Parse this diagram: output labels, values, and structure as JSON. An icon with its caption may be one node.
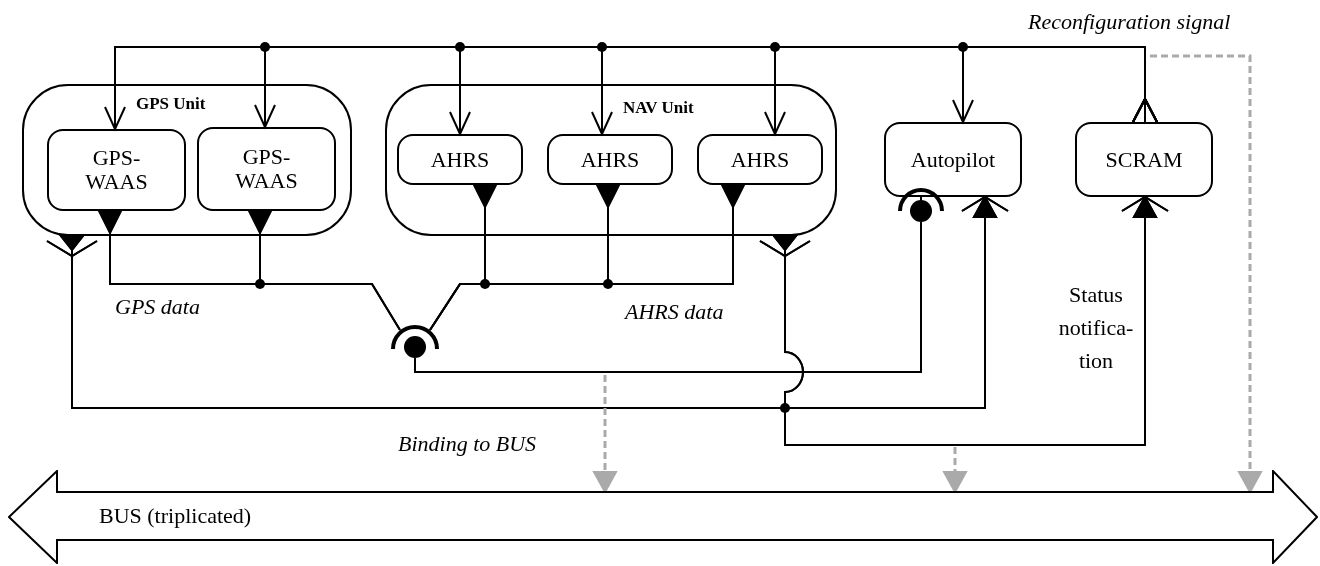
{
  "diagram": {
    "nodes": [
      {
        "text": [
          "GPS Unit"
        ]
      },
      {
        "text": [
          "GPS-WAAS"
        ],
        "in": 0
      },
      {
        "text": [
          "GPS-WAAS"
        ],
        "in": 0
      },
      {
        "text": [
          "NAV Unit"
        ]
      },
      {
        "text": [
          "AHRS"
        ],
        "in": 3
      },
      {
        "text": [
          "AHRS"
        ],
        "in": 3
      },
      {
        "text": [
          "AHRS"
        ],
        "in": 3
      },
      {
        "text": [
          "Autopilot"
        ]
      },
      {
        "text": [
          "SCRAM"
        ]
      },
      {
        "text": [
          "BUS (triplicated)"
        ]
      },
      {
        "text": [],
        "shape": "circle"
      }
    ],
    "edges": [
      {
        "from": 8,
        "to": 1,
        "arrow": "to"
      },
      {
        "from": 8,
        "to": 2,
        "arrow": "to"
      },
      {
        "from": 8,
        "to": 4,
        "arrow": "to"
      },
      {
        "from": 8,
        "to": 5,
        "arrow": "to"
      },
      {
        "from": 8,
        "to": 6,
        "arrow": "to"
      },
      {
        "from": 8,
        "to": 7,
        "arrow": "to"
      },
      {
        "from": 1,
        "to": 10,
        "arrow": "other"
      },
      {
        "from": 2,
        "to": 10,
        "arrow": "other"
      },
      {
        "from": 4,
        "to": 10,
        "arrow": "other"
      },
      {
        "from": 5,
        "to": 10,
        "arrow": "other"
      },
      {
        "from": 6,
        "to": 10,
        "arrow": "other"
      },
      {
        "from": 10,
        "to": 7,
        "arrow": "other"
      },
      {
        "from": 0,
        "to": 7,
        "arrow": "to"
      },
      {
        "from": 0,
        "to": 8,
        "arrow": "to"
      },
      {
        "from": 3,
        "to": 7,
        "arrow": "to"
      },
      {
        "from": 3,
        "to": 8,
        "arrow": "to"
      },
      {
        "from": null,
        "to": 9,
        "arrow": "to",
        "style": "dashed",
        "color": "#aaaaaa"
      },
      {
        "from": null,
        "to": 9,
        "arrow": "to",
        "style": "dashed",
        "color": "#aaaaaa"
      },
      {
        "from": null,
        "to": 9,
        "arrow": "to",
        "style": "dashed",
        "color": "#aaaaaa"
      }
    ],
    "labels": [
      "Reconfiguration signal",
      "GPS data",
      "AHRS data",
      "Status notifica-tion",
      "Binding to BUS"
    ]
  }
}
